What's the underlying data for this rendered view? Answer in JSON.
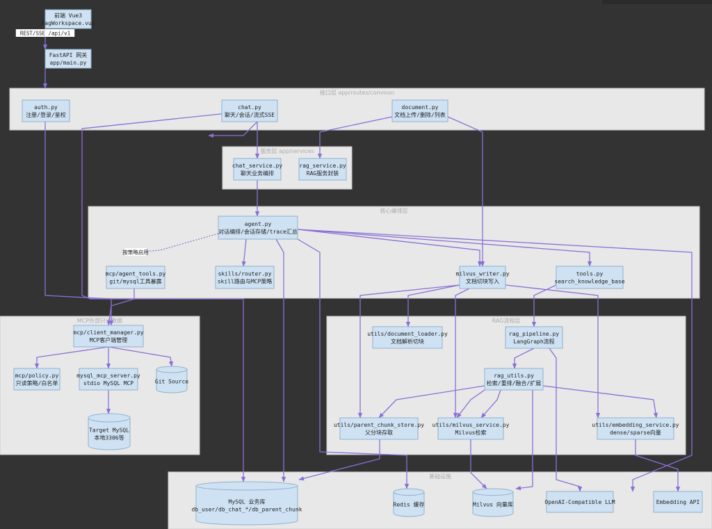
{
  "groups": [
    {
      "id": "routes",
      "label": "接口层 app/routes/common"
    },
    {
      "id": "services",
      "label": "服务层 app/services"
    },
    {
      "id": "core",
      "label": "核心编排层"
    },
    {
      "id": "mcp",
      "label": "MCP外部只读数据"
    },
    {
      "id": "rag",
      "label": "RAG流程层"
    },
    {
      "id": "infra",
      "label": "基础设施"
    }
  ],
  "nodes": [
    {
      "id": "frontend",
      "lines": [
        "前端 Vue3",
        "RagWorkspace.vue"
      ]
    },
    {
      "id": "gateway",
      "lines": [
        "FastAPI 网关",
        "app/main.py"
      ]
    },
    {
      "id": "auth",
      "lines": [
        "auth.py",
        "注册/登录/鉴权"
      ]
    },
    {
      "id": "chat",
      "lines": [
        "chat.py",
        "聊天/会话/流式SSE"
      ]
    },
    {
      "id": "document",
      "lines": [
        "document.py",
        "文档上传/删除/列表"
      ]
    },
    {
      "id": "chat_service",
      "lines": [
        "chat_service.py",
        "聊天业务编排"
      ]
    },
    {
      "id": "rag_service",
      "lines": [
        "rag_service.py",
        "RAG服务封装"
      ]
    },
    {
      "id": "agent",
      "lines": [
        "agent.py",
        "对话编排/会话存储/trace汇总"
      ]
    },
    {
      "id": "mcp_tools",
      "lines": [
        "mcp/agent_tools.py",
        "git/mysql工具暴露"
      ]
    },
    {
      "id": "skills",
      "lines": [
        "skills/router.py",
        "skill路由与MCP策略"
      ]
    },
    {
      "id": "milvus_writer",
      "lines": [
        "milvus_writer.py",
        "文档切块写入"
      ]
    },
    {
      "id": "tools",
      "lines": [
        "tools.py",
        "search_knowledge_base"
      ]
    },
    {
      "id": "client_manager",
      "lines": [
        "mcp/client_manager.py",
        "MCP客户端管理"
      ]
    },
    {
      "id": "policy",
      "lines": [
        "mcp/policy.py",
        "只读策略/白名单"
      ]
    },
    {
      "id": "mysql_mcp",
      "lines": [
        "mysql_mcp_server.py",
        "stdio MySQL MCP"
      ]
    },
    {
      "id": "doc_loader",
      "lines": [
        "utils/document_loader.py",
        "文档解析切块"
      ]
    },
    {
      "id": "rag_pipeline",
      "lines": [
        "rag_pipeline.py",
        "LangGraph流程"
      ]
    },
    {
      "id": "rag_utils",
      "lines": [
        "rag_utils.py",
        "检索/重排/融合/扩展"
      ]
    },
    {
      "id": "parent_store",
      "lines": [
        "utils/parent_chunk_store.py",
        "父分块存取"
      ]
    },
    {
      "id": "milvus_service",
      "lines": [
        "utils/milvus_service.py",
        "Milvus检索"
      ]
    },
    {
      "id": "embedding_service",
      "lines": [
        "utils/embedding_service.py",
        "dense/sparse向量"
      ]
    },
    {
      "id": "llm",
      "lines": [
        "OpenAI-Compatible LLM"
      ]
    },
    {
      "id": "embedding_api",
      "lines": [
        "Embedding API"
      ]
    }
  ],
  "cylinders": [
    {
      "id": "git_source",
      "lines": [
        "Git Source"
      ]
    },
    {
      "id": "target_mysql",
      "lines": [
        "Target MySQL",
        "本地3306等"
      ]
    },
    {
      "id": "mysql_db",
      "lines": [
        "MySQL 业务库",
        "db_user/db_chat_*/db_parent_chunk"
      ]
    },
    {
      "id": "redis",
      "lines": [
        "Redis 缓存"
      ]
    },
    {
      "id": "milvus_db",
      "lines": [
        "Milvus 向量库"
      ]
    }
  ],
  "edge_labels": [
    {
      "id": "rest",
      "text": "REST/SSE /api/v1"
    },
    {
      "id": "policy_enable",
      "text": "按策略启用"
    }
  ],
  "colors": {
    "background": "#333333",
    "node": "#cfe2f3",
    "group": "#e8e8e8",
    "edge": "#8a6fd6"
  }
}
